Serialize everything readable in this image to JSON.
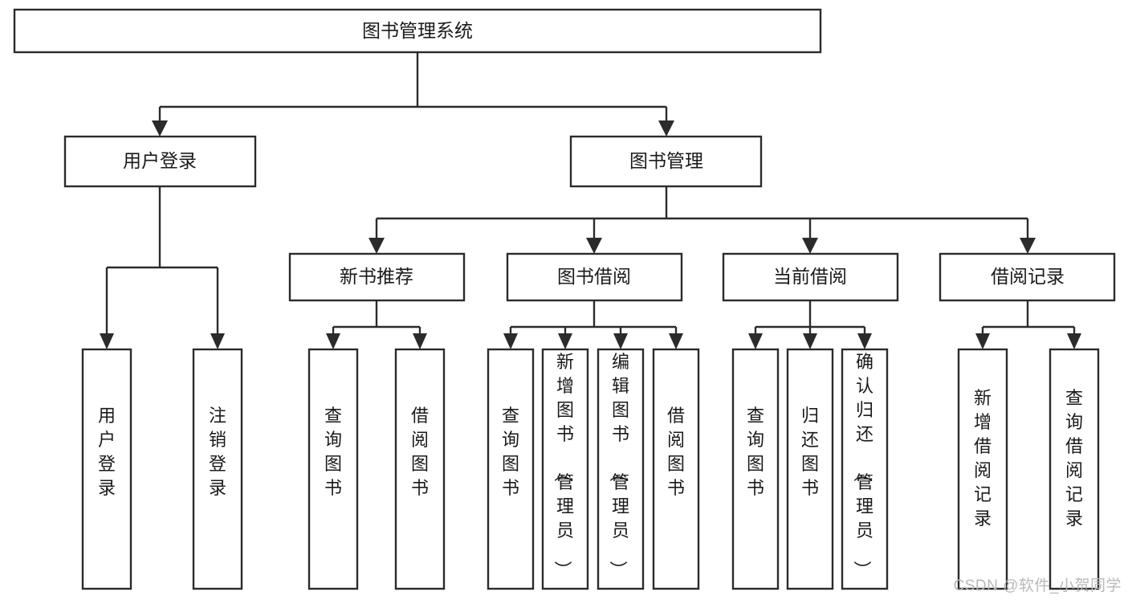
{
  "diagram": {
    "title": "图书管理系统",
    "type": "hierarchy-tree",
    "watermark": "CSDN @软件_小贺同学",
    "colors": {
      "background": "#ffffff",
      "stroke": "#2b2b2b",
      "box_fill": "#ffffff",
      "text": "#1a1a1a",
      "watermark": "#b9b9b9"
    },
    "root": {
      "label": "图书管理系统"
    },
    "level2": [
      {
        "label": "用户登录"
      },
      {
        "label": "图书管理"
      }
    ],
    "level3": [
      {
        "label": "新书推荐"
      },
      {
        "label": "图书借阅"
      },
      {
        "label": "当前借阅"
      },
      {
        "label": "借阅记录"
      }
    ],
    "leaves": {
      "user_login": [
        {
          "label": "用户登录"
        },
        {
          "label": "注销登录"
        }
      ],
      "new_book": [
        {
          "label": "查询图书"
        },
        {
          "label": "借阅图书"
        }
      ],
      "book_borrow": [
        {
          "label": "查询图书"
        },
        {
          "label": "新增图书（管理员）"
        },
        {
          "label": "编辑图书（管理员）"
        },
        {
          "label": "借阅图书"
        }
      ],
      "current_borrow": [
        {
          "label": "查询图书"
        },
        {
          "label": "归还图书"
        },
        {
          "label": "确认归还（管理员）"
        }
      ],
      "borrow_record": [
        {
          "label": "新增借阅记录"
        },
        {
          "label": "查询借阅记录"
        }
      ]
    }
  }
}
